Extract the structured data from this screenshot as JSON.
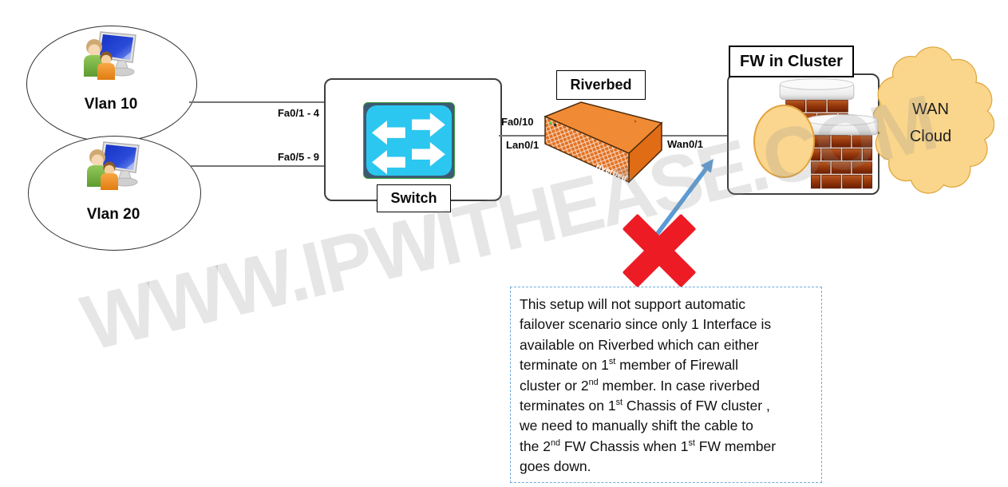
{
  "watermark": "WWW.IPWITHEASE.COM",
  "nodes": {
    "vlan10": {
      "label": "Vlan 10"
    },
    "vlan20": {
      "label": "Vlan 20"
    },
    "switch": {
      "label": "Switch"
    },
    "riverbed": {
      "label": "Riverbed",
      "device_text": "riverbed"
    },
    "fw_cluster": {
      "label": "FW in Cluster"
    },
    "wan_cloud": {
      "line1": "WAN",
      "line2": "Cloud"
    }
  },
  "links": {
    "vlan10_switch": {
      "label": "Fa0/1 - 4"
    },
    "vlan20_switch": {
      "label": "Fa0/5 - 9"
    },
    "switch_riverbed": {
      "label_top": "Fa0/10",
      "label_bottom": "Lan0/1"
    },
    "riverbed_fw": {
      "label": "Wan0/1"
    }
  },
  "icons": {
    "vlan_icon": "users-with-monitor",
    "switch_icon": "switch-crossing-arrows",
    "riverbed_icon": "orange-appliance-3d",
    "firewall_icon": "brick-wall-firewall",
    "cloud_icon": "scalloped-cloud",
    "cross_icon": "red-x",
    "arrow_icon": "blue-diagonal-arrow"
  },
  "colors": {
    "switch_cyan": "#2BC7F0",
    "riverbed_orange": "#ED7D31",
    "cloud_fill": "#FAD68C",
    "cloud_border": "#E0A73E",
    "cross_red": "#ED1B24",
    "arrow_blue": "#5B9BD5",
    "note_border": "#6FA9DC",
    "brick_red": "#8A3212"
  },
  "note": {
    "lines": [
      [
        {
          "t": "This setup will not support automatic"
        }
      ],
      [
        {
          "t": "failover scenario since only 1 Interface is"
        }
      ],
      [
        {
          "t": "available on Riverbed which can either"
        }
      ],
      [
        {
          "t": "terminate on 1"
        },
        {
          "t": "st",
          "sup": true
        },
        {
          "t": " member of Firewall"
        }
      ],
      [
        {
          "t": "cluster or 2"
        },
        {
          "t": "nd",
          "sup": true
        },
        {
          "t": " member. In case riverbed"
        }
      ],
      [
        {
          "t": "terminates on 1"
        },
        {
          "t": "st",
          "sup": true
        },
        {
          "t": " Chassis of FW cluster ,"
        }
      ],
      [
        {
          "t": "we need to manually shift the cable to"
        }
      ],
      [
        {
          "t": "the 2"
        },
        {
          "t": "nd",
          "sup": true
        },
        {
          "t": " FW Chassis when 1"
        },
        {
          "t": "st",
          "sup": true
        },
        {
          "t": " FW member"
        }
      ],
      [
        {
          "t": "goes down."
        }
      ]
    ]
  }
}
